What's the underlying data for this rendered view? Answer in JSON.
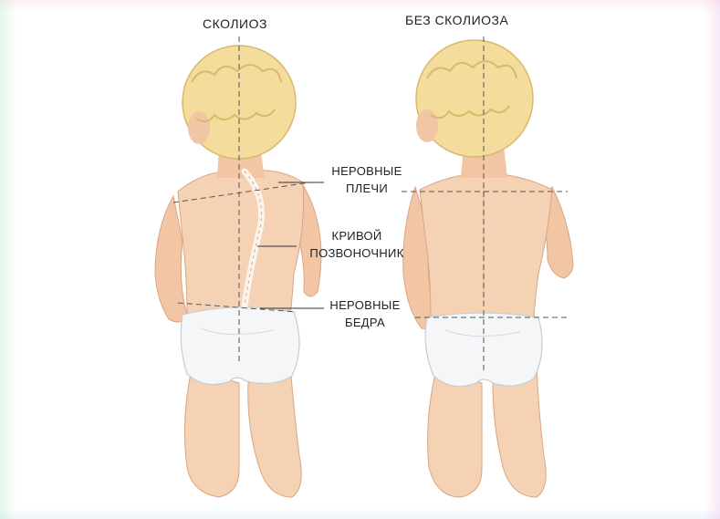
{
  "headings": {
    "left": "СКОЛИОЗ",
    "right": "БЕЗ СКОЛИОЗА"
  },
  "callouts": {
    "shoulders": [
      "НЕРОВНЫЕ",
      "ПЛЕЧИ"
    ],
    "spine": [
      "КРИВОЙ",
      "ПОЗВОНОЧНИК"
    ],
    "hips": [
      "НЕРОВНЫЕ",
      "БЕДРА"
    ]
  },
  "colors": {
    "skin": "#f6d2b4",
    "skin_shadow": "#e6ae8c",
    "hair": "#f3dc9c",
    "hair_shadow": "#d9b96c",
    "diaper": "#f4f6f8",
    "spine": "#fbf4ea",
    "guide_line": "#555555"
  }
}
